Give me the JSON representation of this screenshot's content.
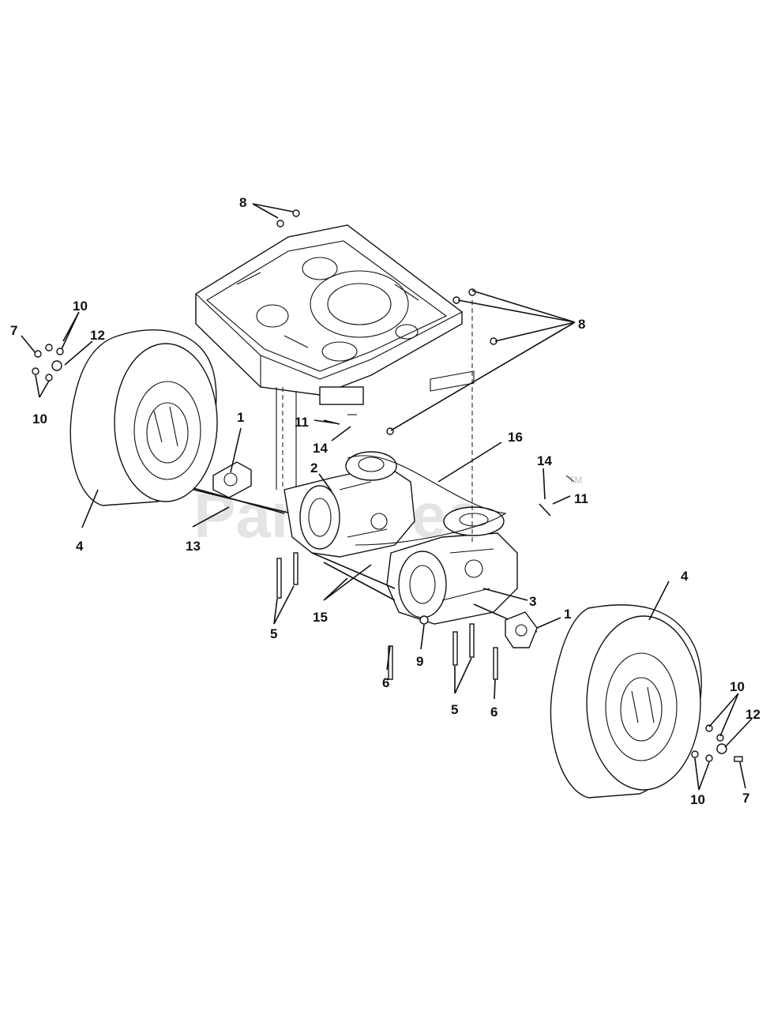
{
  "watermark": {
    "text": "PartsTree",
    "tm": "TM"
  },
  "callouts": {
    "c1_left": "1",
    "c1_right": "1",
    "c2": "2",
    "c3": "3",
    "c4_left": "4",
    "c4_right": "4",
    "c5_left": "5",
    "c5_right": "5",
    "c6_left": "6",
    "c6_right": "6",
    "c7_left": "7",
    "c7_right": "7",
    "c8_top": "8",
    "c8_right": "8",
    "c9": "9",
    "c10_left_top": "10",
    "c10_left_bottom": "10",
    "c10_right_top": "10",
    "c10_right_bottom": "10",
    "c11_left": "11",
    "c11_right": "11",
    "c12_left": "12",
    "c12_right": "12",
    "c13": "13",
    "c14_left": "14",
    "c14_right": "14",
    "c15": "15",
    "c16": "16"
  }
}
